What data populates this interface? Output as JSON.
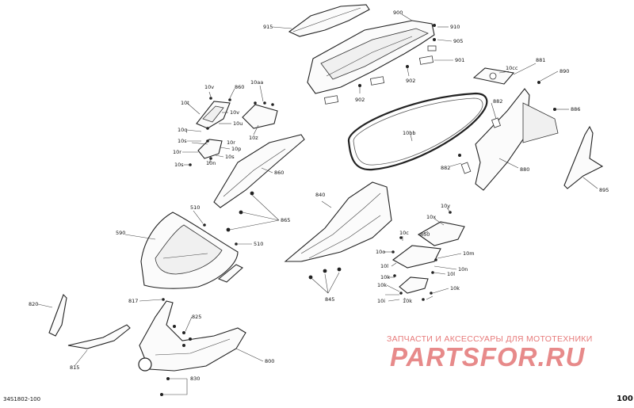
{
  "labels": [
    "915",
    "900",
    "910",
    "905",
    "901",
    "902",
    "902",
    "881",
    "10cc",
    "890",
    "882",
    "886",
    "10bb",
    "882",
    "880",
    "895",
    "10v",
    "860",
    "10aa",
    "10t",
    "10v",
    "10u",
    "10q",
    "10s",
    "10r",
    "10p",
    "10r",
    "10s",
    "10z",
    "10n",
    "10s",
    "860",
    "840",
    "865",
    "510",
    "590",
    "510",
    "10y",
    "10x",
    "850",
    "10c",
    "10o",
    "10m",
    "10n",
    "10l",
    "10k",
    "10l",
    "10k",
    "10k",
    "10i",
    "10k",
    "845",
    "820",
    "817",
    "825",
    "815",
    "800",
    "830"
  ],
  "watermark": {
    "line1": "ЗАПЧАСТИ И АКСЕССУАРЫ ДЛЯ МОТОТЕХНИКИ",
    "line2": "PARTSFOR.RU"
  },
  "diagram_code": "34S1802-100",
  "page_number": "100"
}
